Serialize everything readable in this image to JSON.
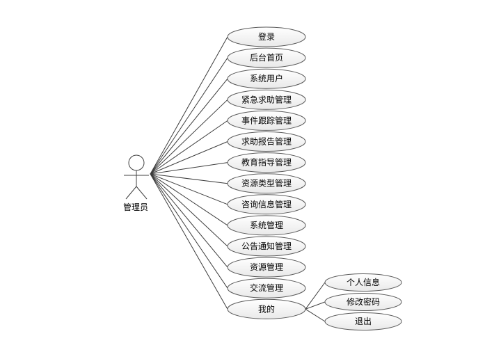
{
  "actor": {
    "name": "管理员"
  },
  "use_cases": [
    "登录",
    "后台首页",
    "系统用户",
    "紧急求助管理",
    "事件跟踪管理",
    "求助报告管理",
    "教育指导管理",
    "资源类型管理",
    "咨询信息管理",
    "系统管理",
    "公告通知管理",
    "资源管理",
    "交流管理",
    "我的"
  ],
  "sub_use_cases": {
    "parent": "我的",
    "items": [
      "个人信息",
      "修改密码",
      "退出"
    ]
  }
}
